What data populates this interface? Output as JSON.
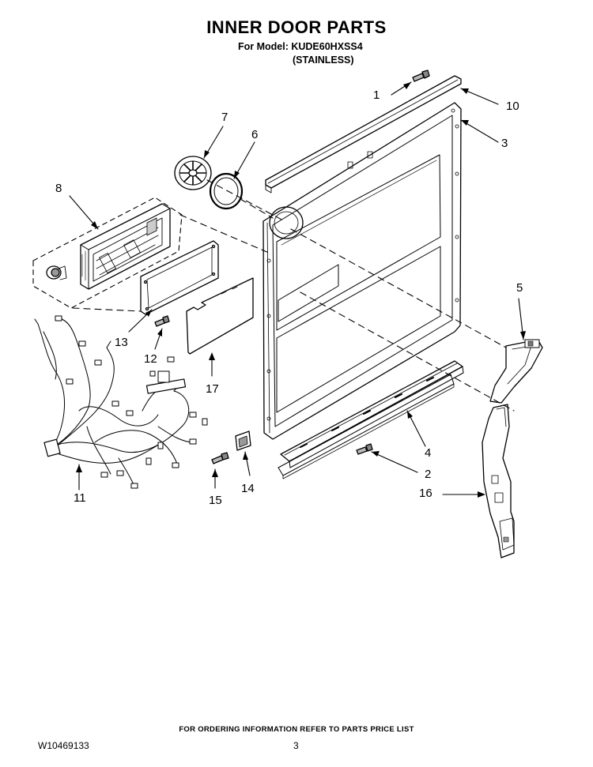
{
  "header": {
    "title": "INNER DOOR PARTS",
    "model_line": "For Model: KUDE60HXSS4",
    "finish_line": "(STAINLESS)"
  },
  "callouts": [
    "1",
    "2",
    "3",
    "4",
    "5",
    "6",
    "7",
    "8",
    "10",
    "11",
    "12",
    "13",
    "14",
    "15",
    "16",
    "17"
  ],
  "footer": {
    "ordering_note": "FOR ORDERING INFORMATION REFER TO PARTS PRICE LIST",
    "doc_number": "W10469133",
    "page_number": "3"
  }
}
